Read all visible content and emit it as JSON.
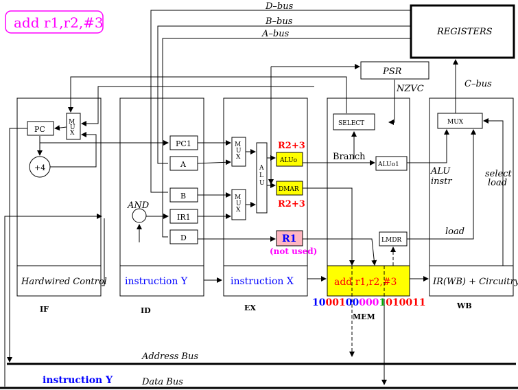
{
  "title_box": "add r1,r2,#3",
  "buses": {
    "d_bus": "D–bus",
    "b_bus": "B–bus",
    "a_bus": "A–bus",
    "c_bus": "C–bus",
    "address_bus": "Address Bus",
    "data_bus": "Data Bus"
  },
  "registers": "REGISTERS",
  "psr": {
    "label": "PSR",
    "flags": "NZVC"
  },
  "stages": {
    "if": "IF",
    "id": "ID",
    "ex": "EX",
    "mem": "MEM",
    "wb": "WB"
  },
  "if_stage": {
    "pc": "PC",
    "plus4": "+4",
    "mux": "MUX",
    "hardwired": "Hardwired Control"
  },
  "id_stage": {
    "pc1": "PC1",
    "a": "A",
    "b": "B",
    "ir1": "IR1",
    "d": "D",
    "and": "AND",
    "instruction": "instruction Y"
  },
  "ex_stage": {
    "alu": "ALU",
    "mux": "MUX",
    "aluo": "ALUo",
    "dmar": "DMAR",
    "r2_3_top": "R2+3",
    "r2_3_bottom": "R2+3",
    "r1": "R1",
    "not_used": "(not used)",
    "instruction": "instruction X"
  },
  "mem_stage": {
    "select": "SELECT",
    "branch": "Branch",
    "aluo1": "ALUo1",
    "lmdr": "LMDR",
    "instruction": "add r1,r2,#3"
  },
  "wb_stage": {
    "mux": "MUX",
    "alu_instr_1": "ALU",
    "alu_instr_2": "instr",
    "select_load_1": "select",
    "select_load_2": "load",
    "load": "load",
    "ir_wb": "IR(WB) + Circuitry"
  },
  "encoding": [
    {
      "text": "10",
      "color": "#0000ff"
    },
    {
      "text": "001",
      "color": "#ff0000"
    },
    {
      "text": "00",
      "color": "#0000ff"
    },
    {
      "text": "000",
      "color": "#ff00ff"
    },
    {
      "text": "1",
      "color": "#00aa00"
    },
    {
      "text": "010011",
      "color": "#ff0000"
    }
  ],
  "bottom_instruction": "instruction Y",
  "colors": {
    "red": "#ff0000",
    "blue": "#0000ff",
    "magenta": "#ff00ff",
    "yellow": "#ffff00",
    "pink": "#ffb6c1",
    "green": "#00aa00"
  }
}
